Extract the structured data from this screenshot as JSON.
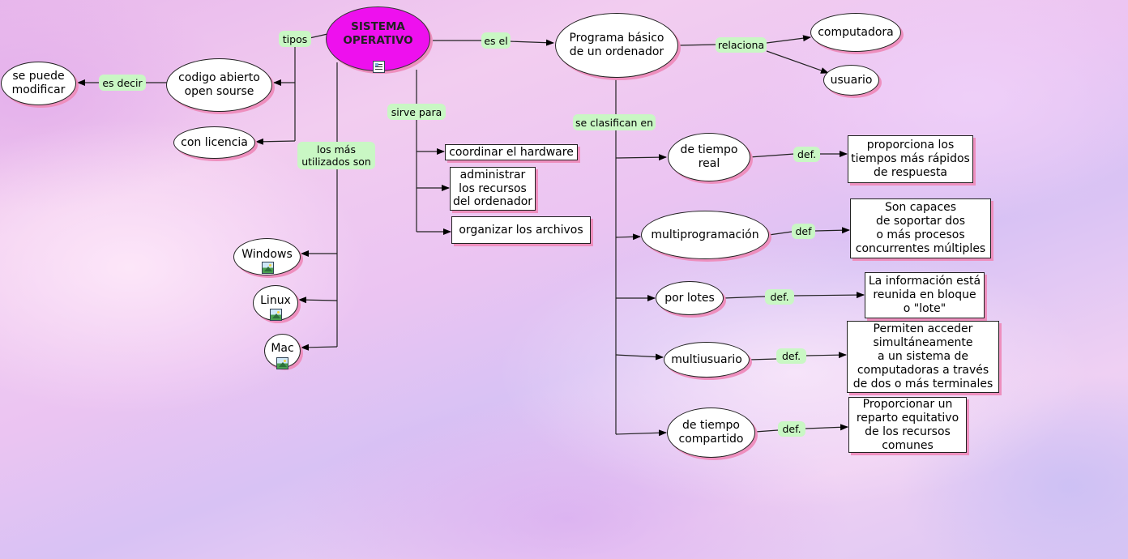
{
  "nodes": {
    "root": "SISTEMA\nOPERATIVO",
    "programa": "Programa básico\nde un ordenador",
    "computadora": "computadora",
    "usuario": "usuario",
    "codigo": "codigo abierto\nopen sourse",
    "modificar": "se puede\nmodificar",
    "licencia": "con licencia",
    "hardware": "coordinar el hardware",
    "recursos": "administrar\nlos recursos\ndel ordenador",
    "archivos": "organizar los archivos",
    "windows": "Windows",
    "linux": "Linux",
    "mac": "Mac",
    "tiempo_real": "de tiempo\nreal",
    "multiprog": "multiprogramación",
    "lotes": "por lotes",
    "multiusuario": "multiusuario",
    "compartido": "de tiempo\ncompartido",
    "def_real": "proporciona los\ntiempos más rápidos\nde respuesta",
    "def_multiprog": "Son capaces\nde soportar dos\no más procesos\nconcurrentes múltiples",
    "def_lotes": "La información está\nreunida en bloque\no \"lote\"",
    "def_multiusuario": "Permiten acceder\nsimultáneamente\na un sistema de\ncomputadoras a través\nde dos o más terminales",
    "def_compartido": "Proporcionar un\nreparto equitativo\nde los recursos\ncomunes"
  },
  "labels": {
    "tipos": "tipos",
    "es_el": "es el",
    "relaciona": "relaciona",
    "es_decir": "es decir",
    "sirve_para": "sirve para",
    "mas_utilizados": "los más\nutilizados son",
    "se_clasifican": "se clasifican en",
    "def1": "def.",
    "def2": "def",
    "def3": "def.",
    "def4": "def.",
    "def5": "def."
  },
  "icons": {
    "root_icon": "document-icon",
    "os_icon": "image-icon"
  },
  "colors": {
    "root_fill": "#ee10ee",
    "label_fill": "#c9f7c4",
    "shadow": "#ee8fbe"
  }
}
